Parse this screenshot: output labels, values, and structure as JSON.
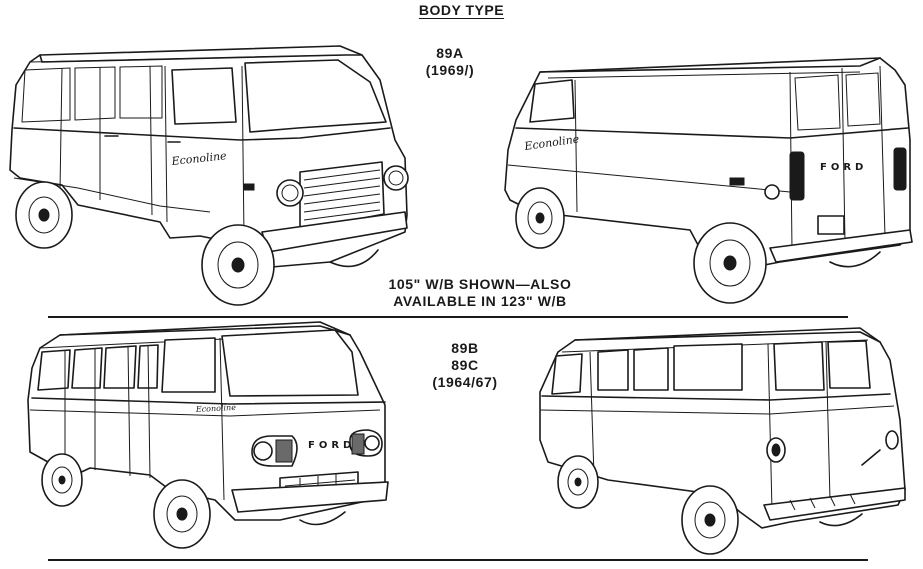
{
  "heading": "BODY TYPE",
  "sections": [
    {
      "code_lines": [
        "89A",
        "(1969/)"
      ],
      "note_lines": [
        "105\" W/B SHOWN—ALSO",
        "AVAILABLE IN 123\" W/B"
      ]
    },
    {
      "code_lines": [
        "89B",
        "89C",
        "(1964/67)"
      ]
    }
  ],
  "van_markings": {
    "econoline_script": "Econoline",
    "ford_badge": "FORD"
  },
  "icons": {
    "van_1969_front": "van-1969-front-view",
    "van_1969_rear": "van-1969-rear-view",
    "van_1964_front": "van-1964-front-view",
    "van_1964_rear": "van-1964-rear-view"
  },
  "colors": {
    "ink": "#1a1a1a",
    "paper": "#ffffff"
  }
}
